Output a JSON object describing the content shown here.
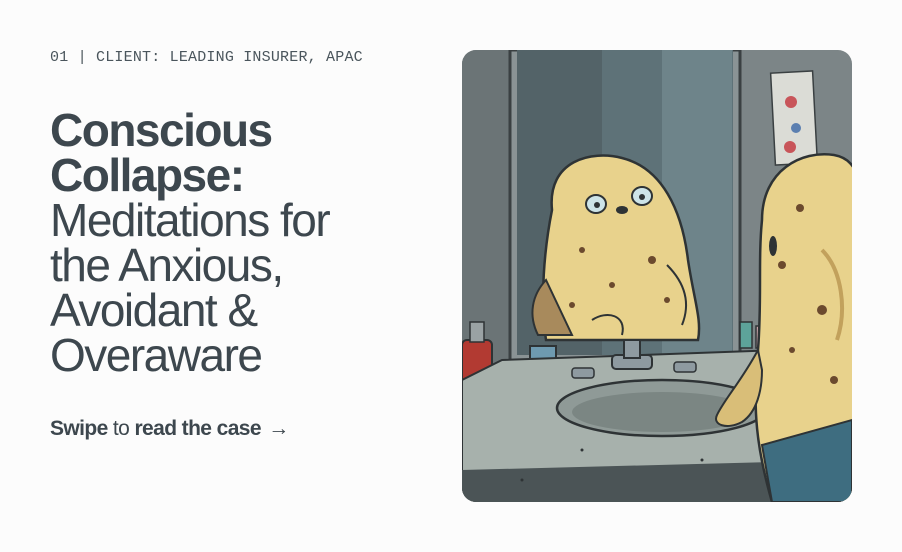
{
  "eyebrow": "01 | CLIENT: LEADING INSURER, APAC",
  "title": {
    "line1": "Conscious",
    "line2": "Collapse:",
    "line3": "Meditations for",
    "line4": "the Anxious,",
    "line5": "Avoidant &",
    "line6": "Overaware"
  },
  "cta": {
    "part1": "Swipe",
    "part2": " to ",
    "part3": "read the case",
    "arrow": "→"
  },
  "colors": {
    "text": "#3d474e",
    "background": "#fcfcfc",
    "potato": "#e9d38c"
  },
  "hero_image": "potato-character-looking-in-bathroom-mirror-illustration"
}
